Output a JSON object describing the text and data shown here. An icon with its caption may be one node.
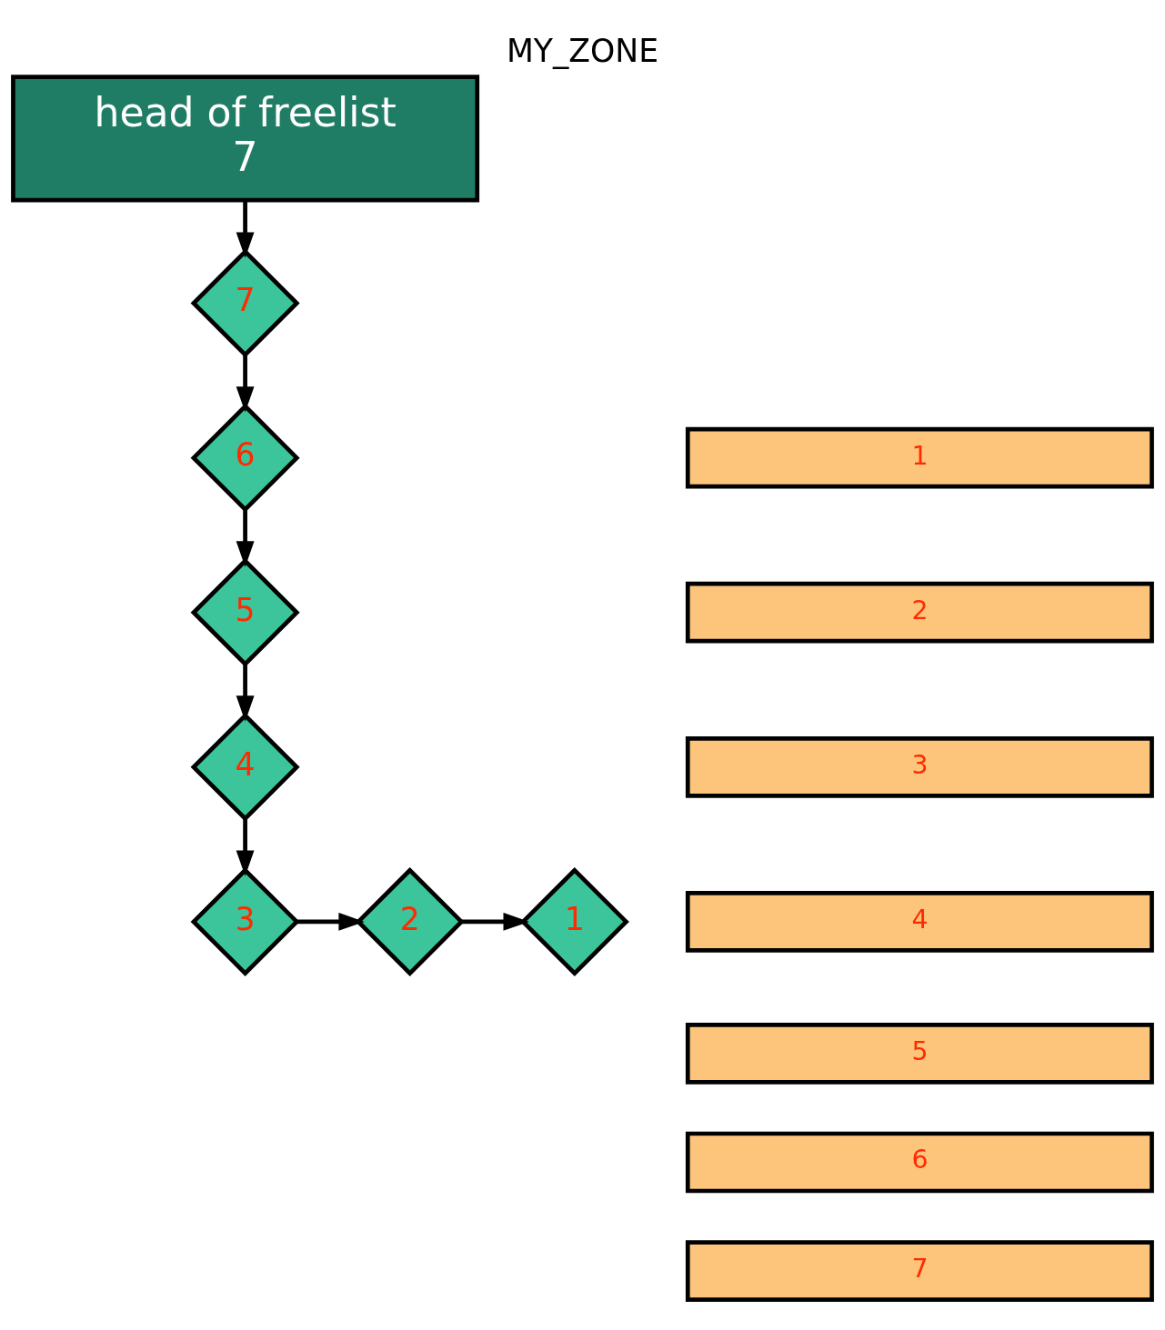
{
  "diagram": {
    "title": "MY_ZONE",
    "nodes": [
      {
        "text": [
          "head of freelist",
          "7"
        ]
      },
      {
        "text": [
          "7"
        ]
      },
      {
        "text": [
          "6"
        ]
      },
      {
        "text": [
          "5"
        ]
      },
      {
        "text": [
          "4"
        ]
      },
      {
        "text": [
          "3"
        ]
      },
      {
        "text": [
          "2"
        ]
      },
      {
        "text": [
          "1"
        ]
      },
      {
        "text": [
          "1"
        ]
      },
      {
        "text": [
          "2"
        ]
      },
      {
        "text": [
          "3"
        ]
      },
      {
        "text": [
          "4"
        ]
      },
      {
        "text": [
          "5"
        ]
      },
      {
        "text": [
          "6"
        ]
      },
      {
        "text": [
          "7"
        ]
      }
    ],
    "edges": [
      {
        "from": 0,
        "to": 1,
        "arrow": "to"
      },
      {
        "from": 1,
        "to": 2,
        "arrow": "to"
      },
      {
        "from": 2,
        "to": 3,
        "arrow": "to"
      },
      {
        "from": 3,
        "to": 4,
        "arrow": "to"
      },
      {
        "from": 4,
        "to": 5,
        "arrow": "to"
      },
      {
        "from": 5,
        "to": 6,
        "arrow": "to"
      },
      {
        "from": 6,
        "to": 7,
        "arrow": "to"
      }
    ]
  }
}
